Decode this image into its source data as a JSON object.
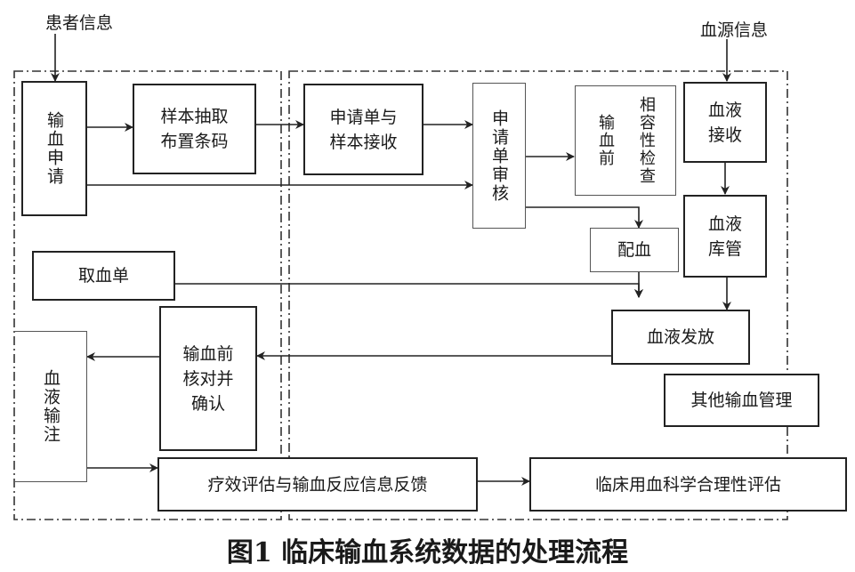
{
  "labels": {
    "patient_info": "患者信息",
    "blood_source_info": "血源信息"
  },
  "nodes": {
    "transfusion_request": "输血申请",
    "sample_extract": "样本抽取\n布置条码",
    "request_receive": "申请单与\n样本接收",
    "request_review": "申请单审核",
    "compat_test_col1": "输血前",
    "compat_test_col2": "相容性检查",
    "blood_receive": "血液\n接收",
    "cross_match": "配血",
    "blood_storage": "血液\n库管",
    "blood_pick_slip": "取血单",
    "blood_dispense": "血液发放",
    "pre_transfusion_check": "输血前\n核对并\n确认",
    "blood_infusion": "血液输注",
    "other_management": "其他输血管理",
    "efficacy_feedback": "疗效评估与输血反应信息反馈",
    "rationality_eval": "临床用血科学合理性评估"
  },
  "caption": "图1   临床输血系统数据的处理流程"
}
